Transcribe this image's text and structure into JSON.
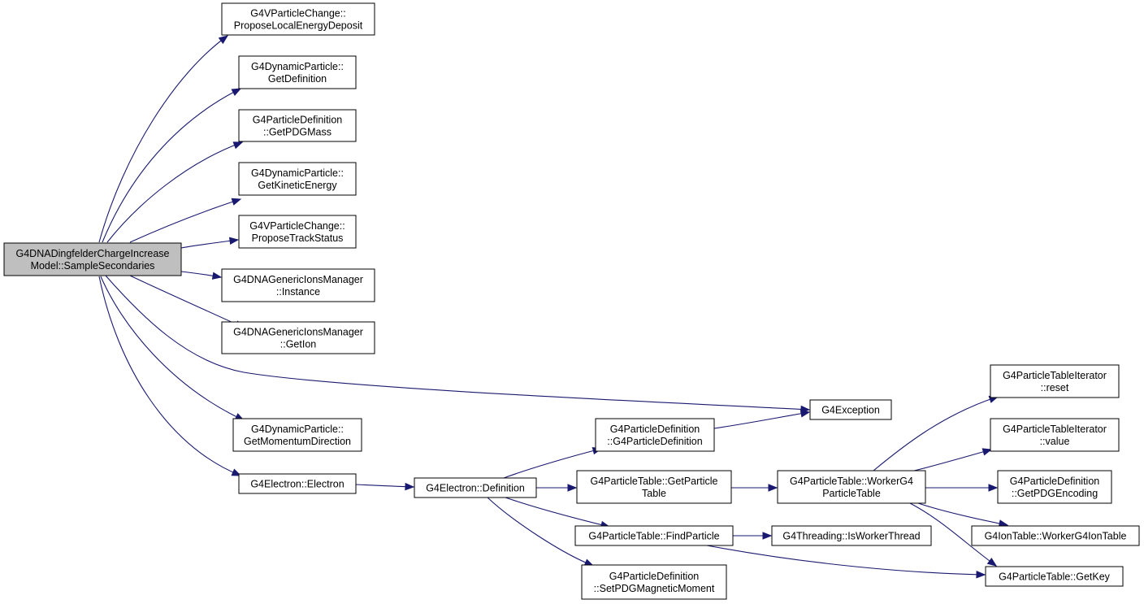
{
  "colors": {
    "edge": "#191970",
    "node_fill": "#ffffff",
    "root_fill": "#bfbfbf",
    "border": "#000000"
  },
  "nodes": {
    "root": {
      "lines": [
        "G4DNADingfelderChargeIncrease",
        "Model::SampleSecondaries"
      ],
      "highlight": true
    },
    "vpcLocal": {
      "lines": [
        "G4VParticleChange::",
        "ProposeLocalEnergyDeposit"
      ]
    },
    "dpGetDef": {
      "lines": [
        "G4DynamicParticle::",
        "GetDefinition"
      ]
    },
    "pdGetMass": {
      "lines": [
        "G4ParticleDefinition",
        "::GetPDGMass"
      ]
    },
    "dpKinE": {
      "lines": [
        "G4DynamicParticle::",
        "GetKineticEnergy"
      ]
    },
    "vpcTrack": {
      "lines": [
        "G4VParticleChange::",
        "ProposeTrackStatus"
      ]
    },
    "dnaInst": {
      "lines": [
        "G4DNAGenericIonsManager",
        "::Instance"
      ]
    },
    "dnaGetIon": {
      "lines": [
        "G4DNAGenericIonsManager",
        "::GetIon"
      ]
    },
    "dpMomDir": {
      "lines": [
        "G4DynamicParticle::",
        "GetMomentumDirection"
      ]
    },
    "elecElec": {
      "lines": [
        "G4Electron::Electron"
      ]
    },
    "elecDef": {
      "lines": [
        "G4Electron::Definition"
      ]
    },
    "pdCtor": {
      "lines": [
        "G4ParticleDefinition",
        "::G4ParticleDefinition"
      ]
    },
    "ptGetPT": {
      "lines": [
        "G4ParticleTable::GetParticle",
        "Table"
      ]
    },
    "ptFind": {
      "lines": [
        "G4ParticleTable::FindParticle"
      ]
    },
    "pdSetMag": {
      "lines": [
        "G4ParticleDefinition",
        "::SetPDGMagneticMoment"
      ]
    },
    "exception": {
      "lines": [
        "G4Exception"
      ]
    },
    "ptWorker": {
      "lines": [
        "G4ParticleTable::WorkerG4",
        "ParticleTable"
      ]
    },
    "thrWorker": {
      "lines": [
        "G4Threading::IsWorkerThread"
      ]
    },
    "ptiReset": {
      "lines": [
        "G4ParticleTableIterator",
        "::reset"
      ]
    },
    "ptiValue": {
      "lines": [
        "G4ParticleTableIterator",
        "::value"
      ]
    },
    "pdEnc": {
      "lines": [
        "G4ParticleDefinition",
        "::GetPDGEncoding"
      ]
    },
    "ionWorker": {
      "lines": [
        "G4IonTable::WorkerG4IonTable"
      ]
    },
    "ptGetKey": {
      "lines": [
        "G4ParticleTable::GetKey"
      ]
    }
  }
}
